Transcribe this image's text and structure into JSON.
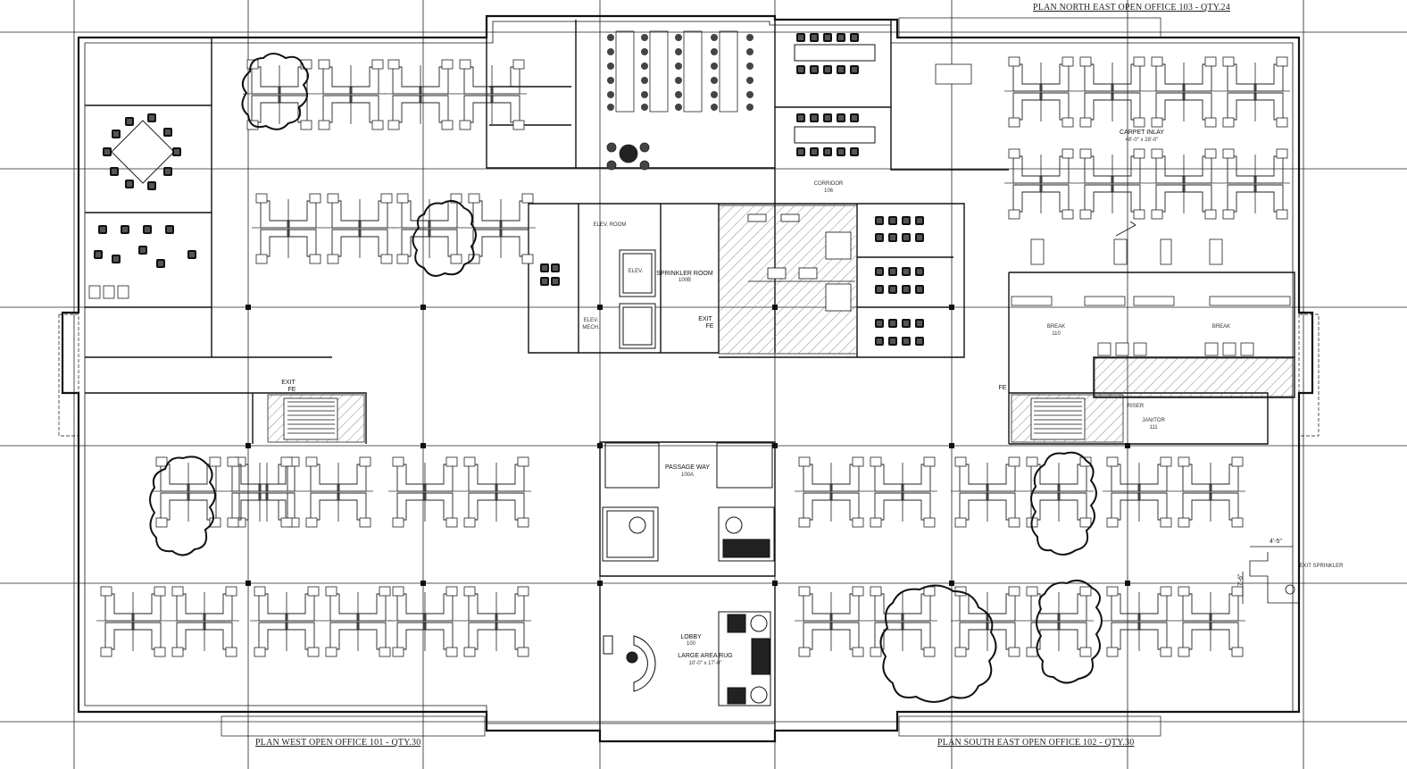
{
  "plan_tags": {
    "north_east": "PLAN NORTH EAST OPEN OFFICE 103 - QTY.24",
    "west": "PLAN WEST OPEN OFFICE 101 - QTY.30",
    "south_east": "PLAN SOUTH EAST OPEN OFFICE 102 - QTY.30"
  },
  "room_labels": {
    "elev_room": "ELEV. ROOM",
    "sprinkler_room": "SPRINKLER ROOM",
    "sprinkler_no": "100B",
    "elev1": "ELEV.",
    "elev2": "ELEV.",
    "mech": "MECH.",
    "corridor": "CORRIDOR",
    "corridor_no": "106",
    "carpet_inlay": "CARPET INLAY",
    "carpet_size": "48'-0\" x 28'-0\"",
    "passage": "PASSAGE WAY",
    "passage_no": "100A",
    "lobby": "LOBBY",
    "lobby_no": "100",
    "rug": "LARGE AREA RUG",
    "rug_size": "10'-0\" x 17'-0\"",
    "exit1": "EXIT",
    "fe1": "FE",
    "exit2": "EXIT",
    "fe2": "FE",
    "fe3": "FE",
    "janitor": "JANITOR",
    "janitor_no": "111",
    "break1": "BREAK",
    "break1_no": "110",
    "break2": "BREAK",
    "riser": "RISER",
    "exit_stair": "EXIT SPRINKLER",
    "dim_a": "4'-5\"",
    "dim_b": "7'-6\""
  },
  "icons": {
    "north": "north-arrow-icon"
  }
}
